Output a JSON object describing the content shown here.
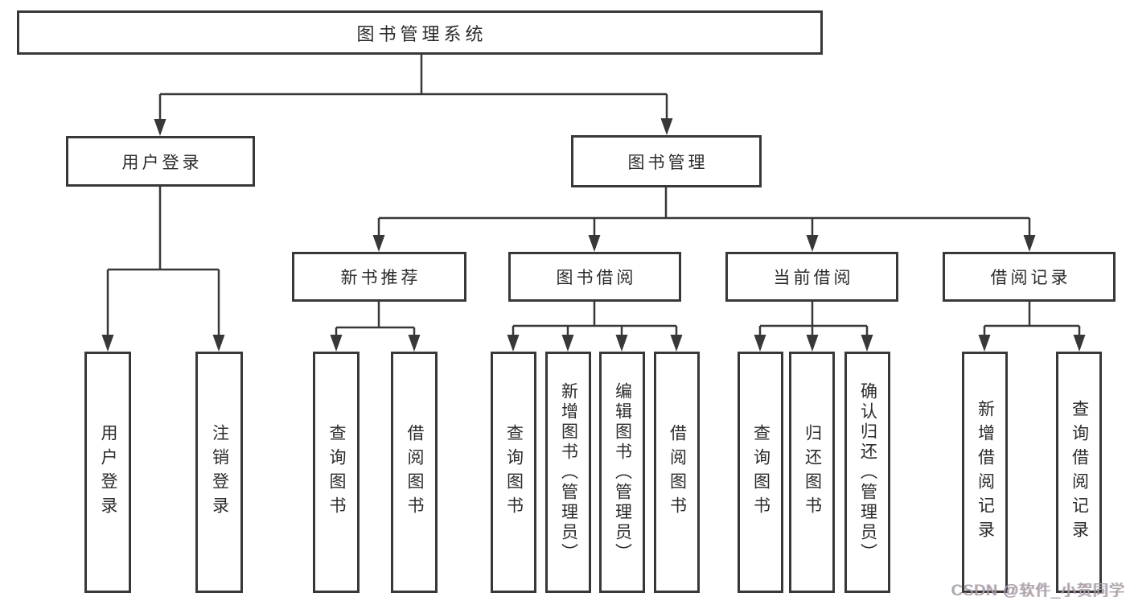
{
  "tree": {
    "label": "图书管理系统",
    "children": [
      {
        "label": "用户登录",
        "children": [
          {
            "label": "用户登录"
          },
          {
            "label": "注销登录"
          }
        ]
      },
      {
        "label": "图书管理",
        "children": [
          {
            "label": "新书推荐",
            "children": [
              {
                "label": "查询图书"
              },
              {
                "label": "借阅图书"
              }
            ]
          },
          {
            "label": "图书借阅",
            "children": [
              {
                "label": "查询图书"
              },
              {
                "label": "新增图书（管理员）"
              },
              {
                "label": "编辑图书（管理员）"
              },
              {
                "label": "借阅图书"
              }
            ]
          },
          {
            "label": "当前借阅",
            "children": [
              {
                "label": "查询图书"
              },
              {
                "label": "归还图书"
              },
              {
                "label": "确认归还（管理员）"
              }
            ]
          },
          {
            "label": "借阅记录",
            "children": [
              {
                "label": "新增借阅记录"
              },
              {
                "label": "查询借阅记录"
              }
            ]
          }
        ]
      }
    ]
  },
  "watermark": "CSDN @软件_小贺同学",
  "colors": {
    "line": "#383838",
    "box_border": "#383838",
    "text": "#2b2b2b",
    "background": "#ffffff",
    "watermark": "#a8a8a8"
  }
}
